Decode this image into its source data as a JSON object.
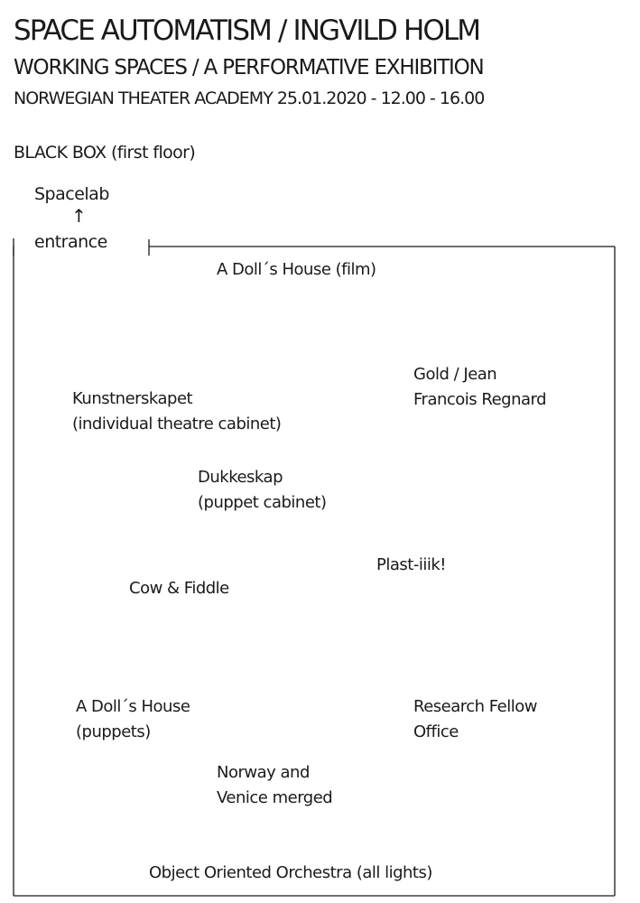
{
  "header": {
    "title": "SPACE AUTOMATISM / INGVILD HOLM",
    "subtitle": "WORKING SPACES / A PERFORMATIVE EXHIBITION",
    "event_line": "NORWEGIAN THEATER ACADEMY  25.01.2020 - 12.00 - 16.00",
    "venue": "BLACK BOX (first floor)"
  },
  "entry": {
    "spacelab": "Spacelab",
    "arrow": "↑",
    "entrance": "entrance"
  },
  "stations": {
    "dolls_house_film": "A Doll´s House (film)",
    "gold": [
      "Gold / Jean",
      "Francois Regnard"
    ],
    "kunstnerskapet": [
      "Kunstnerskapet",
      "(individual theatre cabinet)"
    ],
    "dukkeskap": [
      "Dukkeskap",
      "(puppet cabinet)"
    ],
    "plast": "Plast-iiik!",
    "cow_fiddle": "Cow & Fiddle",
    "dolls_house_puppets": [
      "A Doll´s House",
      "(puppets)"
    ],
    "research_fellow": [
      "Research Fellow",
      "Office"
    ],
    "norway_venice": [
      "Norway and",
      "Venice merged"
    ],
    "orchestra": "Object Oriented Orchestra (all lights)"
  }
}
